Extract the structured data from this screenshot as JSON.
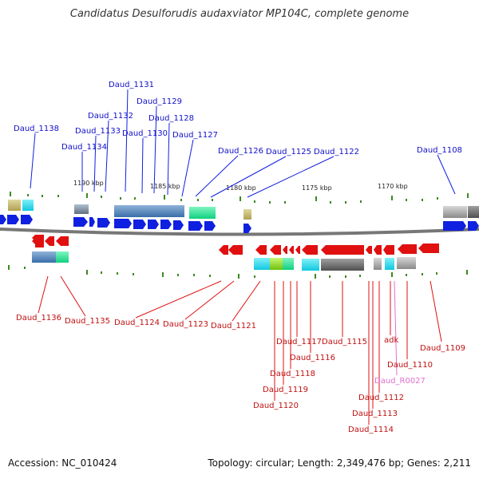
{
  "title": "Candidatus Desulforudis audaxviator MP104C, complete genome",
  "footer": {
    "accession": "Accession: NC_010424",
    "topology": "Topology: circular; Length: 2,349,476 bp; Genes: 2,211"
  },
  "scale_labels": [
    "1190 kbp",
    "1185 kbp",
    "1180 kbp",
    "1175 kbp",
    "1170 kbp"
  ],
  "top_labels": [
    "Daud_1131",
    "Daud_1129",
    "Daud_1132",
    "Daud_1128",
    "Daud_1133",
    "Daud_1130",
    "Daud_1127",
    "Daud_1138",
    "Daud_1134",
    "Daud_1126",
    "Daud_1125",
    "Daud_1122",
    "Daud_1108"
  ],
  "bottom_labels": [
    "Daud_1136",
    "Daud_1135",
    "Daud_1124",
    "Daud_1123",
    "Daud_1121",
    "Daud_1117",
    "Daud_1115",
    "Daud_1116",
    "Daud_1118",
    "Daud_1119",
    "Daud_1120",
    "adk",
    "Daud_1110",
    "Daud_R0027",
    "Daud_1109",
    "Daud_1112",
    "Daud_1113",
    "Daud_1114"
  ],
  "colors": {
    "forward_strand": "#1020e0",
    "reverse_strand": "#e01010",
    "rna": "#e070d0",
    "backbone": "#888888"
  }
}
